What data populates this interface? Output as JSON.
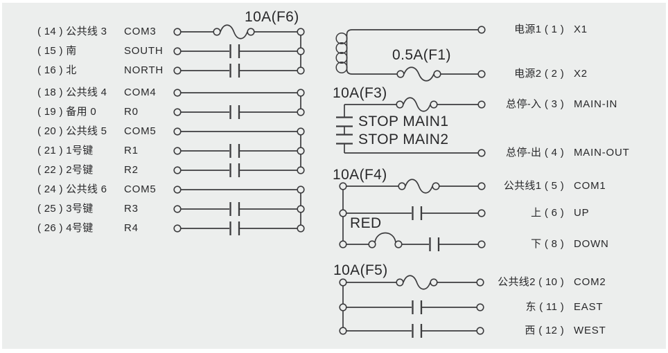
{
  "colors": {
    "background": "#eceeed",
    "frame": "#ffffff",
    "line": "#3c3c3e",
    "text": "#28282a"
  },
  "left_panel": {
    "fuse_label": "10A(F6)",
    "rows": [
      {
        "cn": "( 14 ) 公共线 3",
        "en": "COM3"
      },
      {
        "cn": "( 15 ) 南",
        "en": "SOUTH"
      },
      {
        "cn": "( 16 ) 北",
        "en": "NORTH"
      },
      {
        "cn": "( 18 ) 公共线 4",
        "en": "COM4"
      },
      {
        "cn": "( 19 ) 备用 0",
        "en": "R0"
      },
      {
        "cn": "( 20 ) 公共线 5",
        "en": "COM5"
      },
      {
        "cn": "( 21 ) 1号键",
        "en": "R1"
      },
      {
        "cn": "( 22 ) 2号键",
        "en": "R2"
      },
      {
        "cn": "( 24 ) 公共线 6",
        "en": "COM5"
      },
      {
        "cn": "( 25 ) 3号键",
        "en": "R3"
      },
      {
        "cn": "( 26 ) 4号键",
        "en": "R4"
      }
    ]
  },
  "right_panel": {
    "power_fuse_label": "0.5A(F1)",
    "main_fuse_label": "10A(F3)",
    "stop_main1_label": "STOP MAIN1",
    "stop_main2_label": "STOP MAIN2",
    "updown_fuse_label": "10A(F4)",
    "red_jumper_label": "RED",
    "eastwest_fuse_label": "10A(F5)",
    "rows": [
      {
        "cn": "电源1 ( 1 )",
        "en": "X1"
      },
      {
        "cn": "电源2 ( 2 )",
        "en": "X2"
      },
      {
        "cn": "总停-入 ( 3 )",
        "en": "MAIN-IN"
      },
      {
        "cn": "总停-出 ( 4 )",
        "en": "MAIN-OUT"
      },
      {
        "cn": "公共线1 ( 5 )",
        "en": "COM1"
      },
      {
        "cn": "上 ( 6 )",
        "en": "UP"
      },
      {
        "cn": "下 ( 8 )",
        "en": "DOWN"
      },
      {
        "cn": "公共线2 ( 10 )",
        "en": "COM2"
      },
      {
        "cn": "东 ( 11 )",
        "en": "EAST"
      },
      {
        "cn": "西 ( 12 )",
        "en": "WEST"
      }
    ]
  }
}
